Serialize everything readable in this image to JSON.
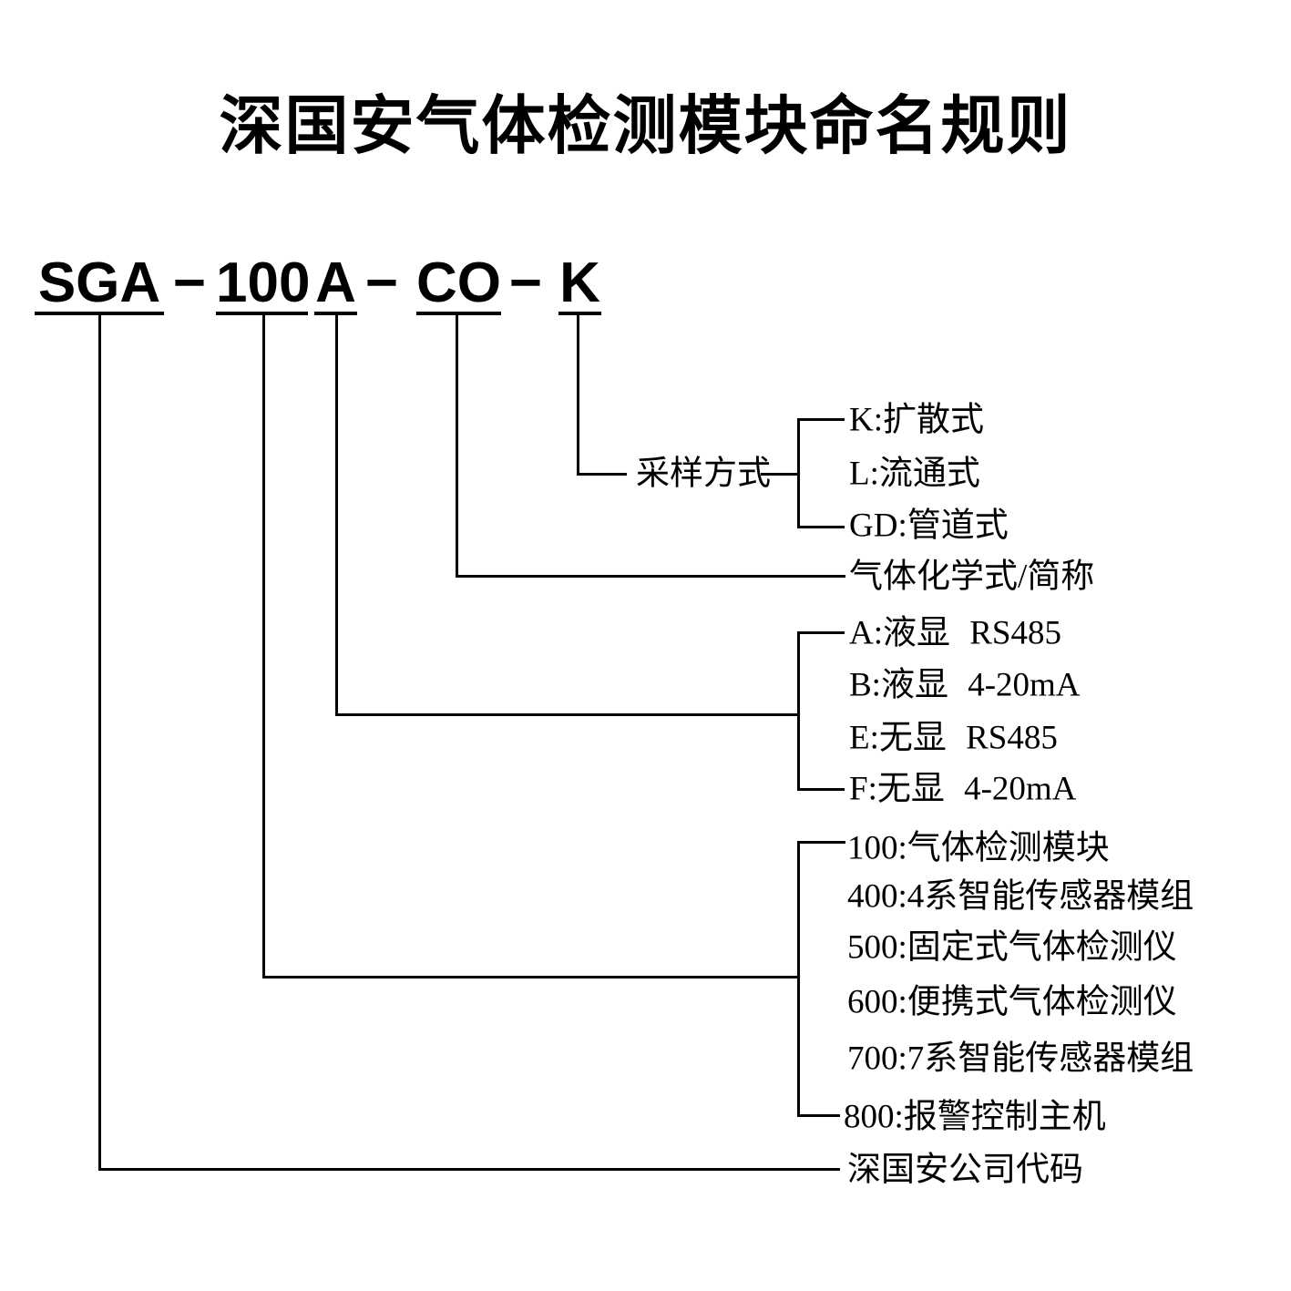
{
  "title": "深国安气体检测模块命名规则",
  "code": {
    "segments": [
      {
        "text": "SGA"
      },
      {
        "text": "−"
      },
      {
        "text": "100"
      },
      {
        "text": "A"
      },
      {
        "text": "−"
      },
      {
        "text": "CO"
      },
      {
        "text": "−"
      },
      {
        "text": "K"
      }
    ]
  },
  "legend": {
    "sampling": {
      "label": "采样方式",
      "options": [
        "K:扩散式",
        "L:流通式",
        "GD:管道式"
      ]
    },
    "gas": {
      "label": "气体化学式/简称"
    },
    "output": {
      "options": [
        "A:液显 RS485",
        "B:液显 4-20mA",
        "E:无显 RS485",
        "F:无显 4-20mA"
      ]
    },
    "series": {
      "options": [
        "100:气体检测模块",
        "400:4系智能传感器模组",
        "500:固定式气体检测仪",
        "600:便携式气体检测仪",
        "700:7系智能传感器模组",
        "800:报警控制主机"
      ]
    },
    "company": {
      "label": "深国安公司代码"
    }
  },
  "colors": {
    "ink": "#000000",
    "background": "#ffffff"
  }
}
